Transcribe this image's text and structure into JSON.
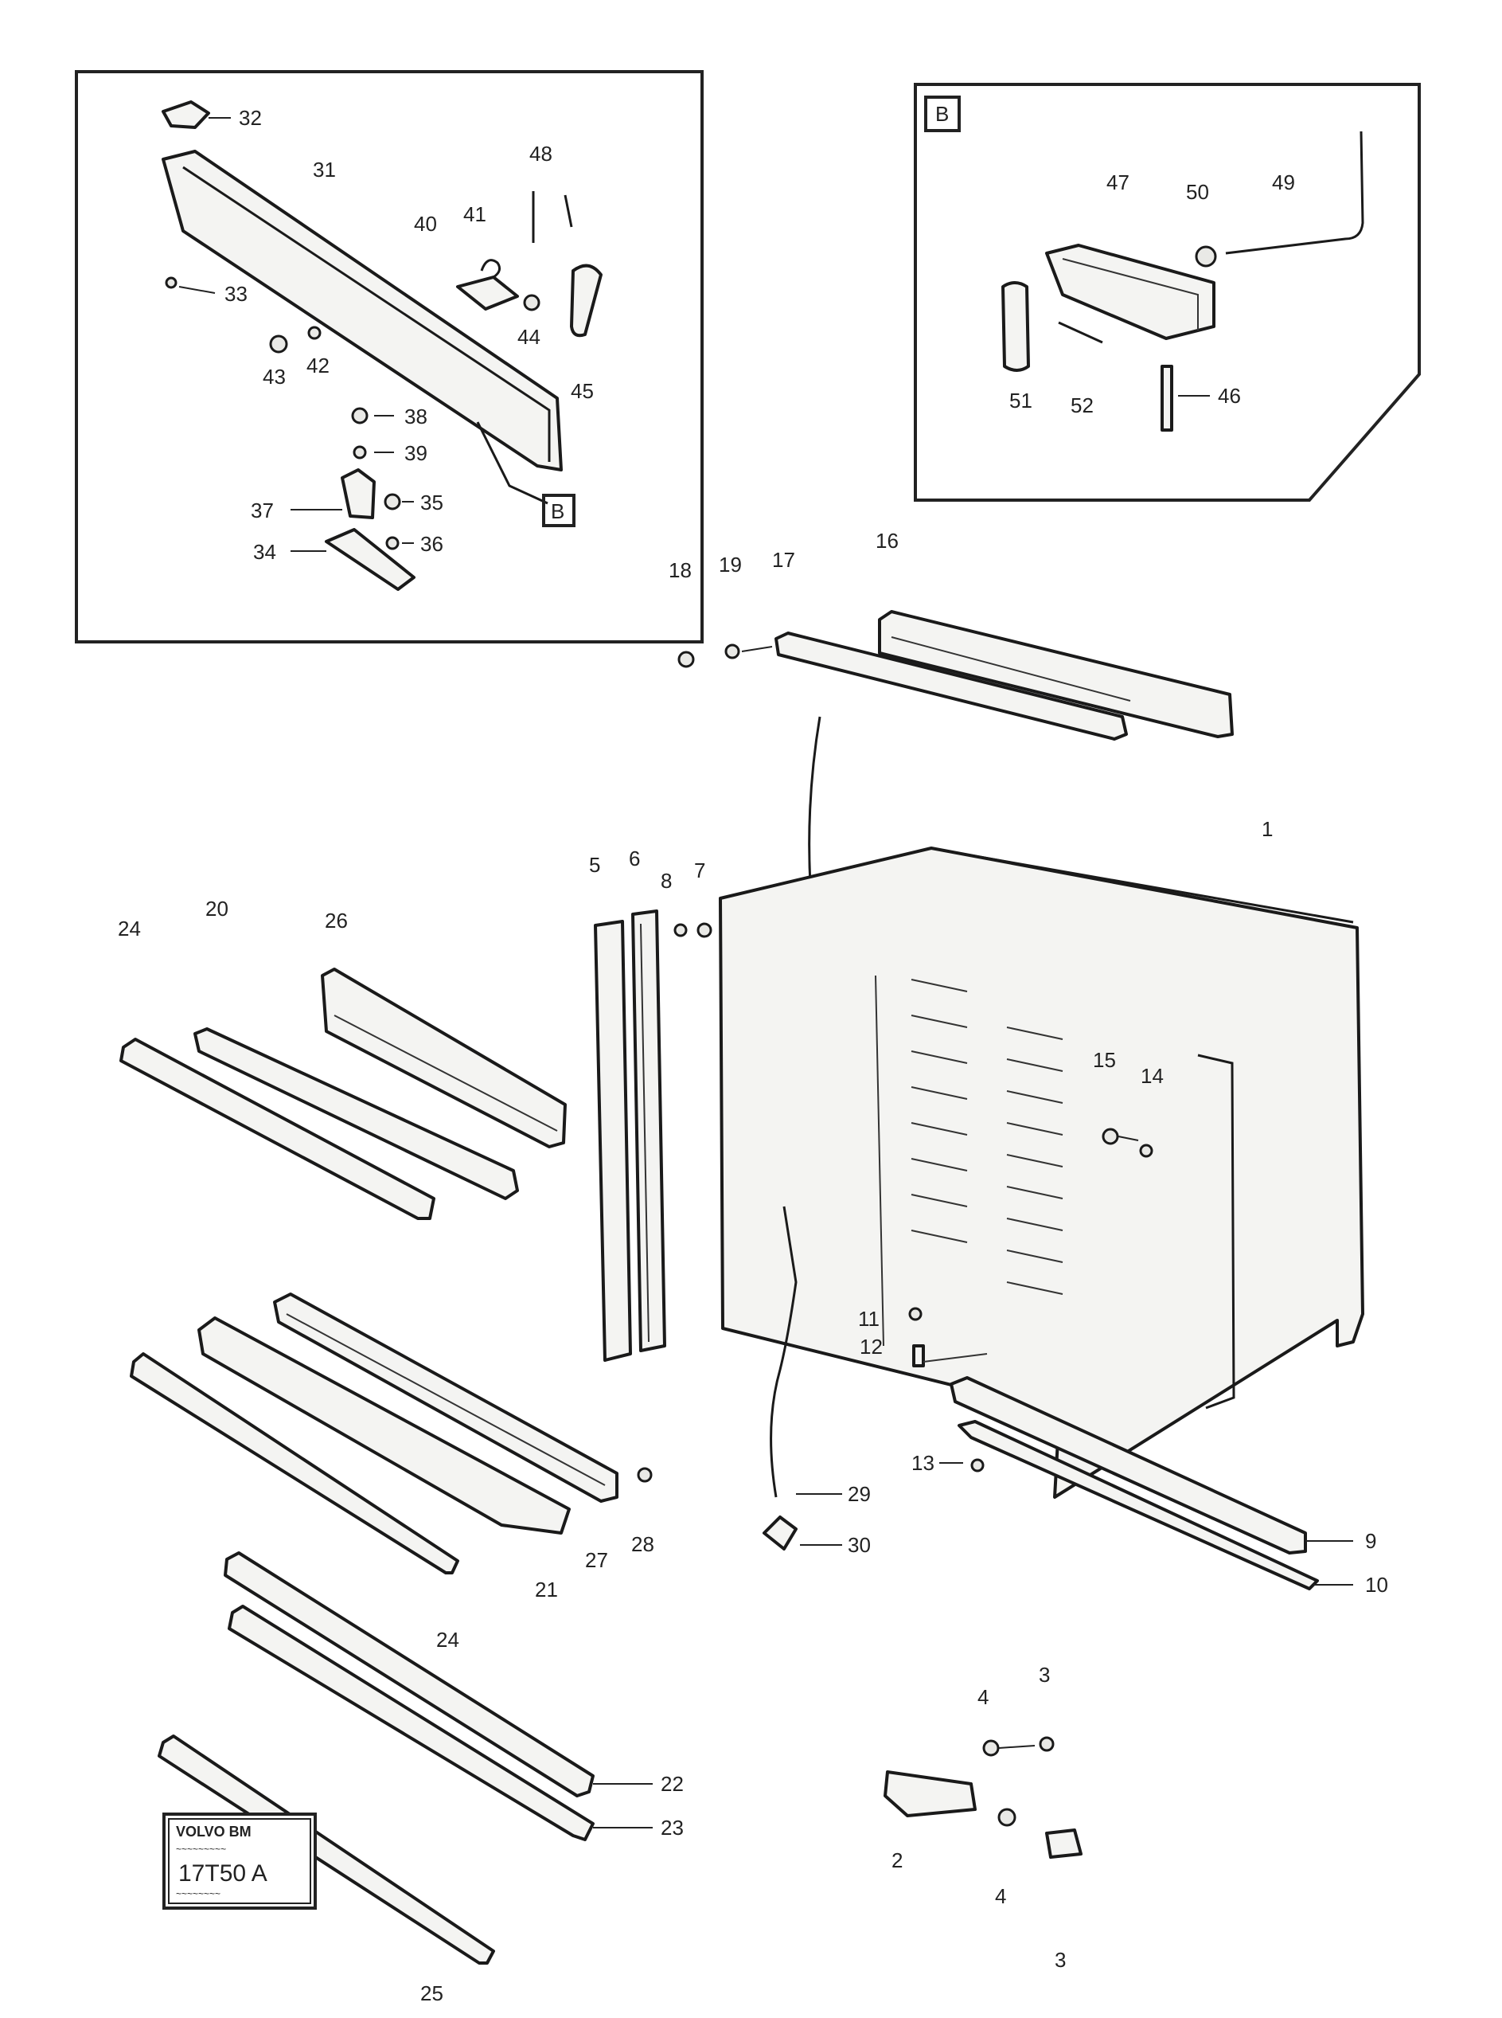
{
  "inset_left": {
    "labels": [
      "32",
      "31",
      "48",
      "41",
      "40",
      "33",
      "44",
      "43",
      "42",
      "45",
      "38",
      "39",
      "37",
      "35",
      "34",
      "36"
    ],
    "ref_marker": "B"
  },
  "inset_right": {
    "ref_marker": "B",
    "labels": [
      "47",
      "50",
      "49",
      "51",
      "52",
      "46"
    ]
  },
  "main": {
    "labels": [
      "18",
      "19",
      "17",
      "16",
      "1",
      "5",
      "6",
      "8",
      "7",
      "24",
      "20",
      "26",
      "15",
      "14",
      "11",
      "12",
      "13",
      "9",
      "10",
      "29",
      "30",
      "27",
      "28",
      "21",
      "24",
      "22",
      "23",
      "25",
      "4",
      "3",
      "2",
      "4",
      "3"
    ]
  },
  "stamp": {
    "brand": "VOLVO BM",
    "line2": "~~~~~~~~~",
    "code": "17T50 A",
    "line4": "~~~~~~~~"
  }
}
